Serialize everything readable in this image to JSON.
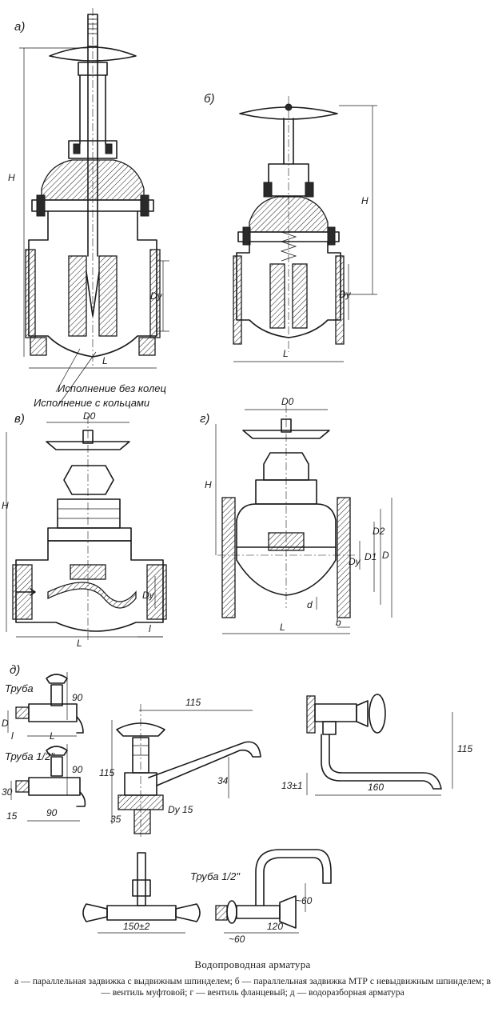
{
  "labels": {
    "a": "а)",
    "b": "б)",
    "v": "в)",
    "g": "г)",
    "d": "д)"
  },
  "notes": {
    "no_rings": "Исполнение без колец",
    "with_rings": "Исполнение с кольцами",
    "pipe": "Труба",
    "pipe_half": "Труба 1/2\"",
    "pipe_half_right": "Труба 1/2\""
  },
  "dims": {
    "H": "H",
    "L": "L",
    "Dy": "Dy",
    "D0": "D0",
    "l": "l",
    "D": "D",
    "D1": "D1",
    "D2": "D2",
    "d": "d",
    "b": "b",
    "d90a": "90",
    "d90b": "90",
    "d30": "30",
    "d15": "15",
    "d90c": "90",
    "d115a": "115",
    "d115b": "115",
    "d34": "34",
    "d35": "35",
    "dy15": "Dy 15",
    "d115c": "115",
    "d13": "13±1",
    "d160": "160",
    "d150": "150±2",
    "d60a": "~60",
    "d120": "120",
    "d60b": "~60"
  },
  "caption": {
    "title": "Водопроводная арматура",
    "text": "а — параллельная задвижка с выдвижным шпинделем; б — параллельная задвижка МТР с невыдвижным шпинделем; в — вентиль муфтовой; г — вентиль фланцевый; д — водоразборная арматура"
  }
}
